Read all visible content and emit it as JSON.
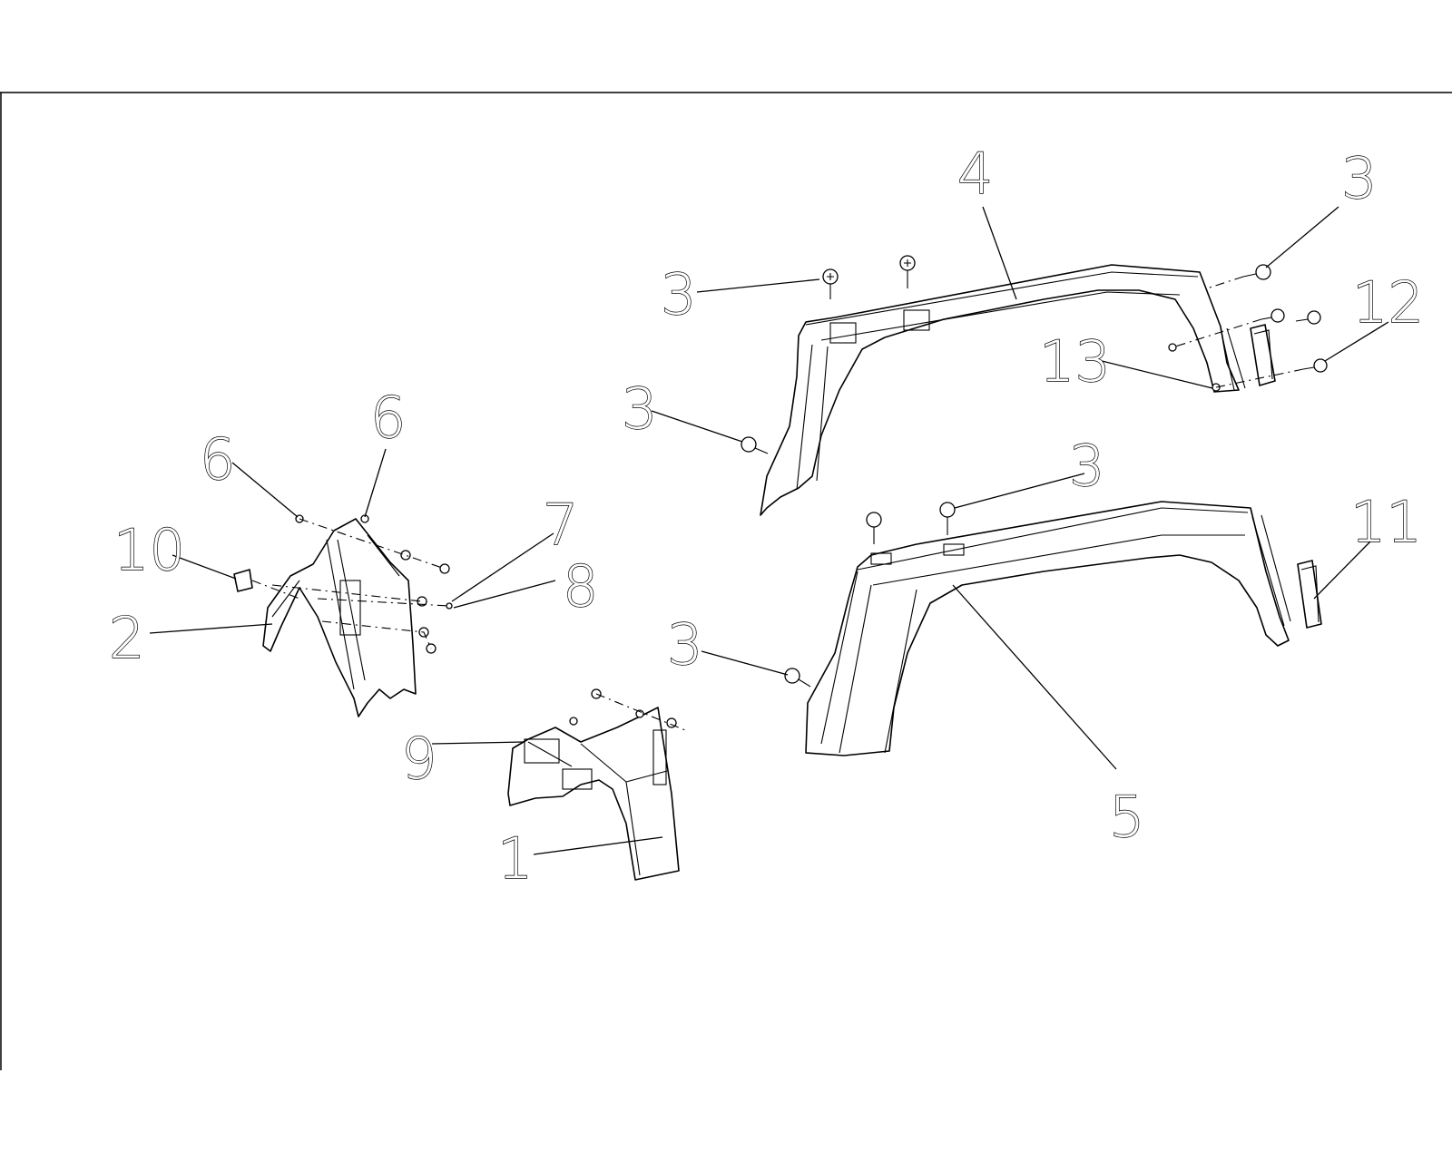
{
  "callouts": [
    {
      "id": "c-4",
      "text": "4"
    },
    {
      "id": "c-3a",
      "text": "3"
    },
    {
      "id": "c-3b",
      "text": "3"
    },
    {
      "id": "c-12",
      "text": "12"
    },
    {
      "id": "c-13",
      "text": "13"
    },
    {
      "id": "c-3c",
      "text": "3"
    },
    {
      "id": "c-6a",
      "text": "6"
    },
    {
      "id": "c-6b",
      "text": "6"
    },
    {
      "id": "c-10",
      "text": "10"
    },
    {
      "id": "c-7",
      "text": "7"
    },
    {
      "id": "c-8",
      "text": "8"
    },
    {
      "id": "c-2",
      "text": "2"
    },
    {
      "id": "c-3d",
      "text": "3"
    },
    {
      "id": "c-11",
      "text": "11"
    },
    {
      "id": "c-3e",
      "text": "3"
    },
    {
      "id": "c-5",
      "text": "5"
    },
    {
      "id": "c-9",
      "text": "9"
    },
    {
      "id": "c-1",
      "text": "1"
    }
  ]
}
